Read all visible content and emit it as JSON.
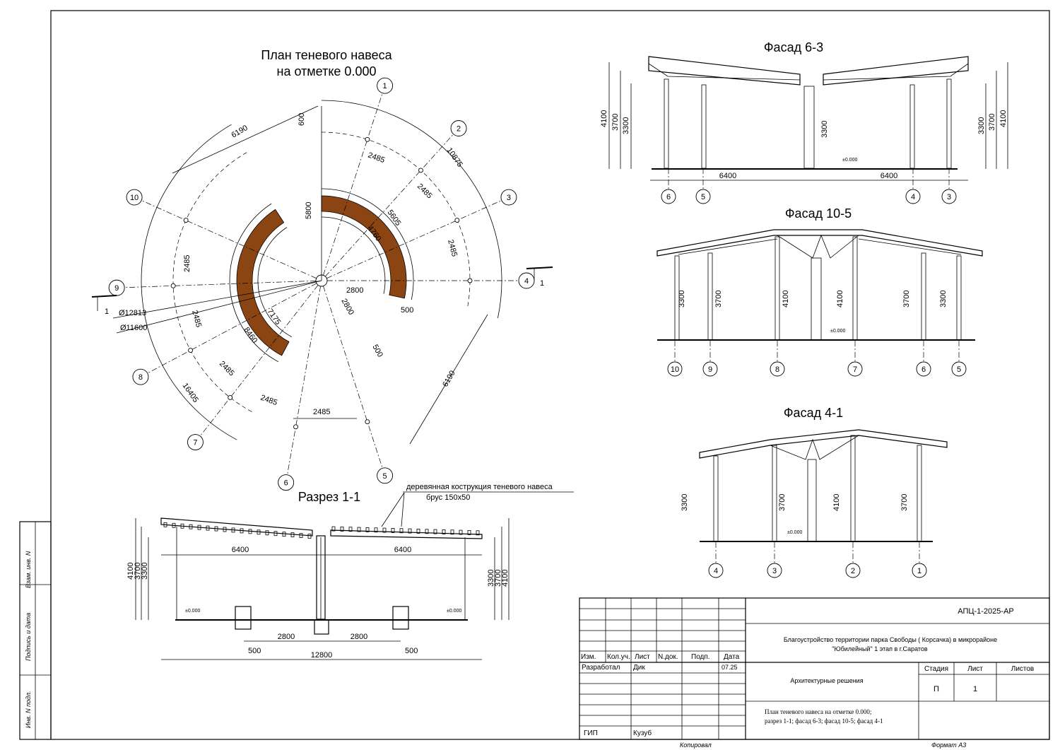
{
  "plan": {
    "title_line1": "План теневого навеса",
    "title_line2": "на отметке 0.000",
    "dims": {
      "d6190_top": "6190",
      "d6190_bottom": "6190",
      "d600": "600",
      "d5800": "5800",
      "d10875": "10875",
      "d5605": "5605",
      "d4760": "4760",
      "d2800_a": "2800",
      "d2800_b": "2800",
      "d500_a": "500",
      "d500_b": "500",
      "d7175": "7175",
      "d8460": "8460",
      "d16405": "16405",
      "dia12813": "Ø12813",
      "dia11600": "Ø11600",
      "d2485": "2485",
      "section_mark": "1"
    },
    "axes": [
      "1",
      "2",
      "3",
      "4",
      "5",
      "6",
      "7",
      "8",
      "9",
      "10"
    ]
  },
  "section": {
    "title": "Разрез 1-1",
    "callout_line1": "деревянная кострукция теневого навеса",
    "callout_line2": "брус 150х50",
    "d6400": "6400",
    "d2800": "2800",
    "d500": "500",
    "d12800": "12800",
    "d4100": "4100",
    "d3700": "3700",
    "d3300": "3300",
    "level": "±0.000"
  },
  "facade63": {
    "title": "Фасад 6-3",
    "d6400": "6400",
    "d4100": "4100",
    "d3700": "3700",
    "d3300": "3300",
    "level": "±0.000",
    "axes": [
      "6",
      "5",
      "4",
      "3"
    ]
  },
  "facade105": {
    "title": "Фасад 10-5",
    "heights": [
      "3300",
      "3700",
      "4100",
      "4100",
      "3700",
      "3300"
    ],
    "level": "±0.000",
    "axes": [
      "10",
      "9",
      "8",
      "7",
      "6",
      "5"
    ]
  },
  "facade41": {
    "title": "Фасад 4-1",
    "heights": [
      "3300",
      "3700",
      "4100",
      "3700"
    ],
    "level": "±0.000",
    "axes": [
      "4",
      "3",
      "2",
      "1"
    ]
  },
  "stamp": {
    "code": "АПЦ-1-2025-АР",
    "project_line1": "Благоустройство территории парка Свободы ( Корсачка)  в микрорайоне",
    "project_line2": "\"Юбилейный\" 1 этап в г.Саратов",
    "hdr_izm": "Изм.",
    "hdr_kolch": "Кол.уч.",
    "hdr_list": "Лист",
    "hdr_ndok": "N.док.",
    "hdr_podp": "Подп.",
    "hdr_data": "Дата",
    "role_dev": "Разработал",
    "name_dev": "Дик",
    "date_dev": "07.25",
    "role_gip": "ГИП",
    "name_gip": "Кузуб",
    "section_name": "Архитектурные решения",
    "stage_hdr": "Стадия",
    "sheet_hdr": "Лист",
    "sheets_hdr": "Листов",
    "stage_val": "П",
    "sheet_val": "1",
    "drawing_line1": "План теневого навеса на отметке 0.000;",
    "drawing_line2": "разрез 1-1; фасад 6-3; фасад 10-5; фасад 4-1",
    "copied": "Копировал",
    "format": "Формат А3"
  },
  "side": {
    "vzam": "Взам. инв. N",
    "podp": "Подпись и дата",
    "inv": "Инв. N подл."
  }
}
